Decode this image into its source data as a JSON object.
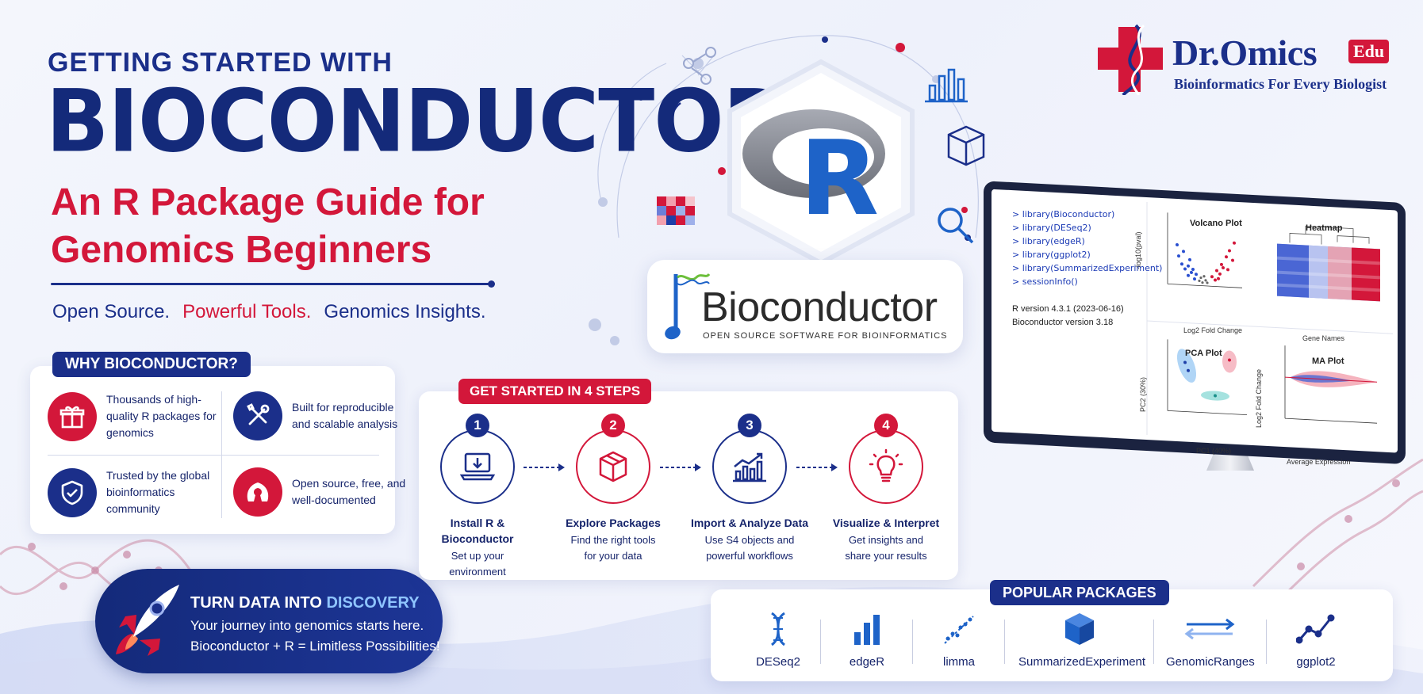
{
  "title": {
    "small": "GETTING STARTED WITH",
    "big": "BIOCONDUCTOR:",
    "sub_line1": "An R Package Guide for",
    "sub_line2": "Genomics Beginners"
  },
  "tagline": [
    "Open Source.",
    "Powerful Tools.",
    "Genomics Insights."
  ],
  "why": {
    "badge": "WHY BIOCONDUCTOR?",
    "items": [
      {
        "icon": "gift-icon",
        "text": "Thousands of high-quality R packages for genomics"
      },
      {
        "icon": "tools-icon",
        "text": "Built for reproducible and scalable analysis"
      },
      {
        "icon": "shield-check-icon",
        "text": "Trusted by the global bioinformatics community"
      },
      {
        "icon": "open-source-icon",
        "text": "Open source, free, and well-documented"
      }
    ]
  },
  "rocket": {
    "title_a": "TURN DATA INTO ",
    "title_b": "DISCOVERY",
    "line1": "Your journey into genomics starts here.",
    "line2": "Bioconductor + R = Limitless Possibilities!"
  },
  "r_logo": {
    "letter": "R"
  },
  "bioconductor": {
    "word": "Bioconductor",
    "tagline": "OPEN SOURCE SOFTWARE FOR BIOINFORMATICS"
  },
  "steps": {
    "badge": "GET STARTED IN 4 STEPS",
    "items": [
      {
        "num": "1",
        "title": "Install R & Bioconductor",
        "desc": "Set up your environment",
        "icon": "laptop-download-icon"
      },
      {
        "num": "2",
        "title": "Explore Packages",
        "desc": "Find the right tools for your data",
        "icon": "package-box-icon"
      },
      {
        "num": "3",
        "title": "Import & Analyze Data",
        "desc": "Use S4 objects and powerful workflows",
        "icon": "chart-growth-icon"
      },
      {
        "num": "4",
        "title": "Visualize & Interpret",
        "desc": "Get insights and share your results",
        "icon": "lightbulb-icon"
      }
    ]
  },
  "screen": {
    "code": [
      "> library(Bioconductor)",
      "> library(DESeq2)",
      "> library(edgeR)",
      "> library(ggplot2)",
      "> library(SummarizedExperiment)",
      "> sessionInfo()"
    ],
    "versions": [
      "R version 4.3.1 (2023-06-16)",
      "Bioconductor version 3.18"
    ],
    "plots": {
      "volcano": {
        "title": "Volcano Plot",
        "xlabel": "Log2 Fold Change",
        "ylabel": "-log10(pval)"
      },
      "heatmap": {
        "title": "Heatmap",
        "xlabel": "Gene Names"
      },
      "pca": {
        "title": "PCA Plot",
        "xlabel": "PC1 (40%)",
        "ylabel": "PC2 (30%)"
      },
      "ma": {
        "title": "MA Plot",
        "xlabel": "Average Expression",
        "ylabel": "Log2 Fold Change"
      }
    }
  },
  "brand": {
    "name": "Dr.Omics",
    "edu": "Edu",
    "tagline": "Bioinformatics For Every Biologist"
  },
  "popular": {
    "badge": "POPULAR PACKAGES",
    "items": [
      {
        "label": "DESeq2",
        "icon": "dna-icon"
      },
      {
        "label": "edgeR",
        "icon": "bar-chart-icon"
      },
      {
        "label": "limma",
        "icon": "scatter-trend-icon"
      },
      {
        "label": "SummarizedExperiment",
        "icon": "cube-icon"
      },
      {
        "label": "GenomicRanges",
        "icon": "ranges-arrows-icon"
      },
      {
        "label": "ggplot2",
        "icon": "line-chart-icon"
      }
    ]
  },
  "colors": {
    "navy": "#1b2f8a",
    "red": "#d3173a",
    "r_blue": "#1e63c8"
  }
}
